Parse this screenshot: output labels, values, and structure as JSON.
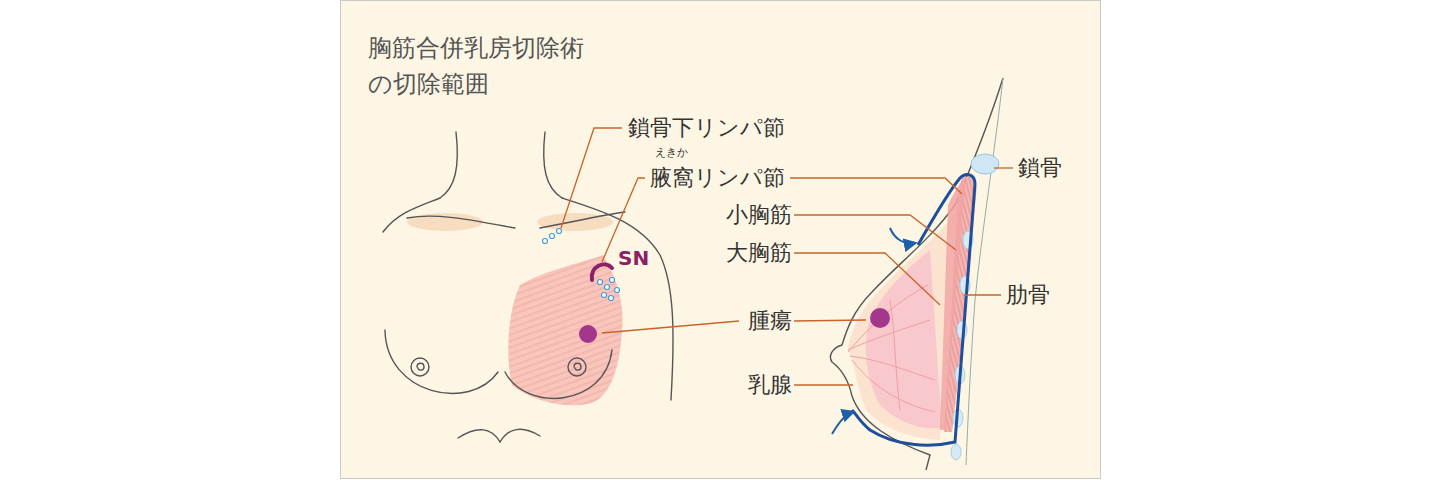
{
  "diagram": {
    "title": "胸筋合併乳房切除術 の切除範囲",
    "labels": [
      "鎖骨下リンパ節",
      "えきか",
      "腋窩リンパ節",
      "SN",
      "鎖骨",
      "小胸筋",
      "大胸筋",
      "肋骨",
      "腫瘍",
      "乳腺"
    ]
  }
}
